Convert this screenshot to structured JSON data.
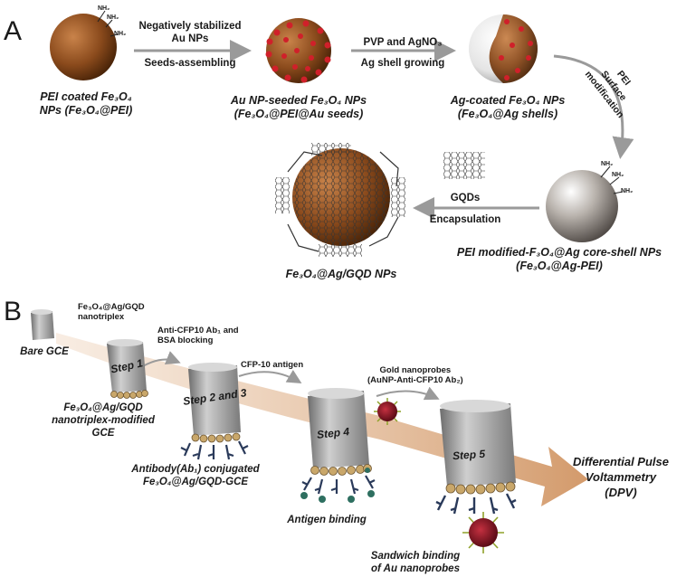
{
  "panelA": {
    "letter": "A",
    "items": {
      "pei": {
        "line1": "PEI coated Fe₃O₄",
        "line2": "NPs (Fe₃O₄@PEI)"
      },
      "au": {
        "line1": "Au NP-seeded Fe₃O₄ NPs",
        "line2": "(Fe₃O₄@PEI@Au seeds)"
      },
      "ag": {
        "line1": "Ag-coated Fe₃O₄ NPs",
        "line2": "(Fe₃O₄@Ag shells)"
      },
      "peiAg": {
        "line1": "PEI modified-F₃O₄@Ag core-shell NPs",
        "line2": "(Fe₃O₄@Ag-PEI)"
      },
      "gqd": {
        "line1": "Fe₃O₄@Ag/GQD NPs"
      }
    },
    "arrows": {
      "a1": {
        "top1": "Negatively stabilized",
        "top2": "Au NPs",
        "bottom": "Seeds-assembling"
      },
      "a2": {
        "top": "PVP and AgNO₃",
        "bottom": "Ag shell growing"
      },
      "a3": {
        "line1": "PEI",
        "line2": "Surface",
        "line3": "modification"
      },
      "a4": {
        "top": "GQDs",
        "bottom": "Encapsulation"
      }
    },
    "nh2": "NH₂"
  },
  "panelB": {
    "letter": "B",
    "labels": {
      "nanotriplex1": "Fe₃O₄@Ag/GQD",
      "nanotriplex2": "nanotriplex",
      "bare": "Bare GCE",
      "modified1": "Fe₃O₄@Ag/GQD",
      "modified2": "nanotriplex-modified",
      "modified3": "GCE",
      "anti1": "Anti-CFP10 Ab₁ and",
      "anti2": "BSA blocking",
      "cfp": "CFP-10 antigen",
      "gold1": "Gold nanoprobes",
      "gold2": "(AuNP-Anti-CFP10 Ab₂)",
      "antibody1": "Antibody(Ab₁) conjugated",
      "antibody2": "Fe₃O₄@Ag/GQD-GCE",
      "antigen": "Antigen binding",
      "sandwich1": "Sandwich binding",
      "sandwich2": "of Au nanoprobes",
      "dpv1": "Differential Pulse",
      "dpv2": "Voltammetry",
      "dpv3": "(DPV)"
    },
    "steps": [
      "Step 1",
      "Step 2 and 3",
      "Step 4",
      "Step 5"
    ]
  },
  "colors": {
    "core": "#8a4a1c",
    "coreLight": "#c87a3c",
    "seed": "#d0202a",
    "arrowGray": "#9a9a9a",
    "bigArrow": "#d9a47a",
    "electrode": "#9c9c9c",
    "antibody": "#2a3a5a",
    "antigen": "#2e6f60"
  }
}
